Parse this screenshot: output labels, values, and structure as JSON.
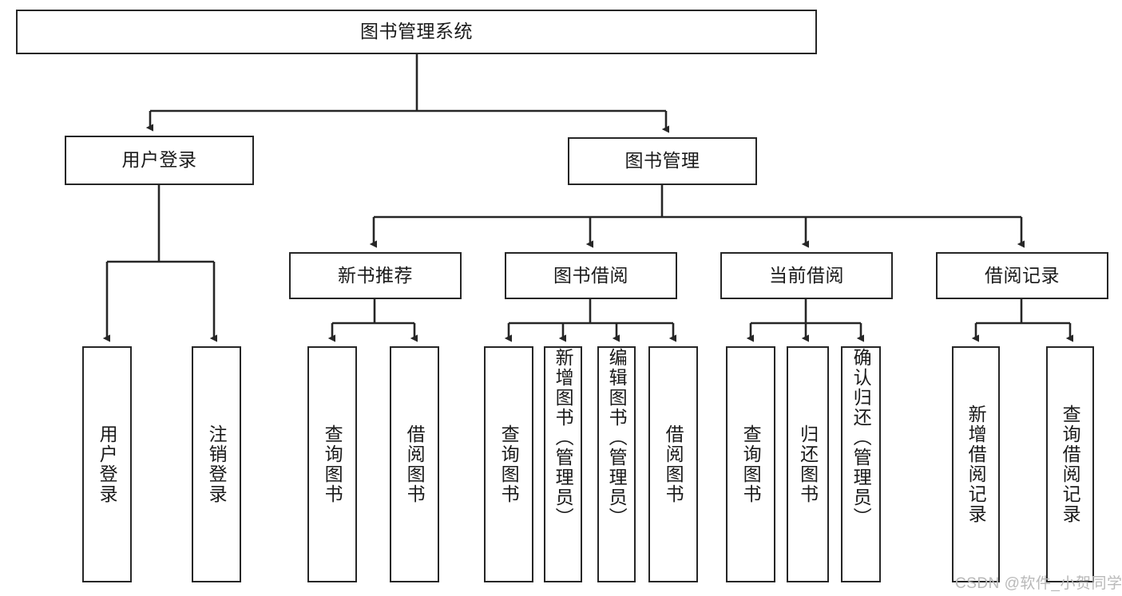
{
  "diagram": {
    "type": "tree",
    "title": "图书管理系统",
    "orientation": "top-down",
    "colors": {
      "box_border": "#262626",
      "box_fill": "#ffffff",
      "text": "#1a1a1a",
      "edge": "#262626",
      "watermark": "#b9b9b9",
      "background": "#ffffff"
    },
    "nodes": [
      {
        "id": "root",
        "label": "图书管理系统",
        "level": 0,
        "text_direction": "horizontal"
      },
      {
        "id": "l1a",
        "label": "用户登录",
        "level": 1,
        "parent": "root",
        "text_direction": "horizontal"
      },
      {
        "id": "l1b",
        "label": "图书管理",
        "level": 1,
        "parent": "root",
        "text_direction": "horizontal"
      },
      {
        "id": "l2a",
        "label": "新书推荐",
        "level": 2,
        "parent": "l1b",
        "text_direction": "horizontal"
      },
      {
        "id": "l2b",
        "label": "图书借阅",
        "level": 2,
        "parent": "l1b",
        "text_direction": "horizontal"
      },
      {
        "id": "l2c",
        "label": "当前借阅",
        "level": 2,
        "parent": "l1b",
        "text_direction": "horizontal"
      },
      {
        "id": "l2d",
        "label": "借阅记录",
        "level": 2,
        "parent": "l1b",
        "text_direction": "horizontal"
      },
      {
        "id": "leaf1",
        "label": "用户登录",
        "level": 2,
        "parent": "l1a",
        "text_direction": "vertical"
      },
      {
        "id": "leaf2",
        "label": "注销登录",
        "level": 2,
        "parent": "l1a",
        "text_direction": "vertical"
      },
      {
        "id": "leaf3",
        "label": "查询图书",
        "level": 3,
        "parent": "l2a",
        "text_direction": "vertical"
      },
      {
        "id": "leaf4",
        "label": "借阅图书",
        "level": 3,
        "parent": "l2a",
        "text_direction": "vertical"
      },
      {
        "id": "leaf5",
        "label": "查询图书",
        "level": 3,
        "parent": "l2b",
        "text_direction": "vertical"
      },
      {
        "id": "leaf6",
        "label": "新增图书（管理员）",
        "level": 3,
        "parent": "l2b",
        "text_direction": "vertical"
      },
      {
        "id": "leaf7",
        "label": "编辑图书（管理员）",
        "level": 3,
        "parent": "l2b",
        "text_direction": "vertical"
      },
      {
        "id": "leaf8",
        "label": "借阅图书",
        "level": 3,
        "parent": "l2b",
        "text_direction": "vertical"
      },
      {
        "id": "leaf9",
        "label": "查询图书",
        "level": 3,
        "parent": "l2c",
        "text_direction": "vertical"
      },
      {
        "id": "leaf10",
        "label": "归还图书",
        "level": 3,
        "parent": "l2c",
        "text_direction": "vertical"
      },
      {
        "id": "leaf11",
        "label": "确认归还（管理员）",
        "level": 3,
        "parent": "l2c",
        "text_direction": "vertical"
      },
      {
        "id": "leaf12",
        "label": "新增借阅记录",
        "level": 3,
        "parent": "l2d",
        "text_direction": "vertical"
      },
      {
        "id": "leaf13",
        "label": "查询借阅记录",
        "level": 3,
        "parent": "l2d",
        "text_direction": "vertical"
      }
    ]
  },
  "watermark": {
    "text": "CSDN @软件_小贺同学"
  }
}
